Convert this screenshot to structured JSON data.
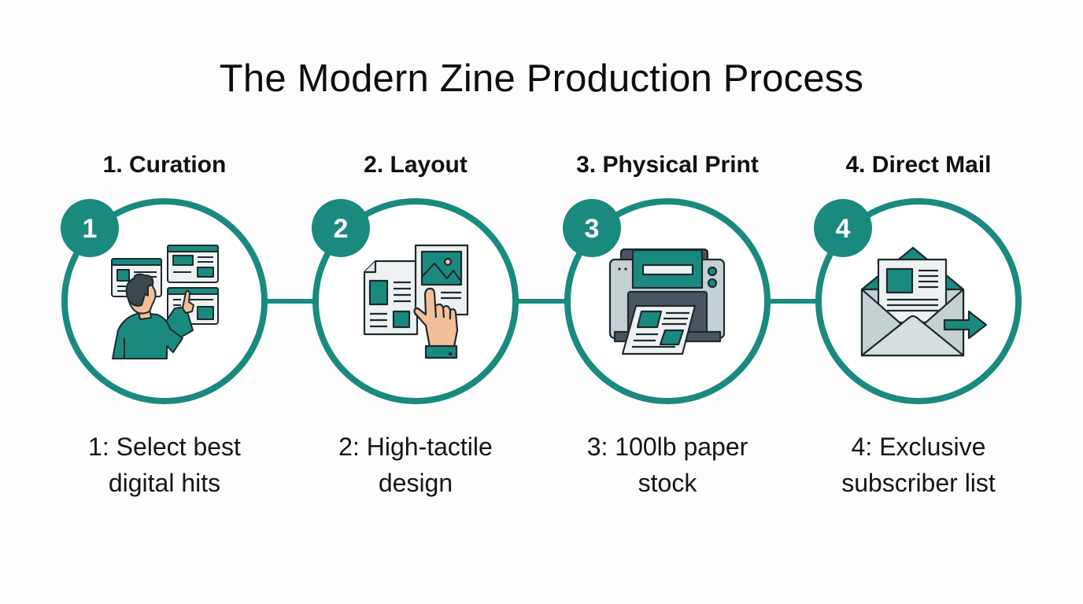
{
  "title": "The Modern Zine Production Process",
  "colors": {
    "accent": "#1a8a7e",
    "icon_outline": "#1e2a2e",
    "paper": "#eef1f1",
    "skin": "#f3c09a",
    "gray": "#c5d0d2",
    "dark_gray": "#4a5560",
    "text": "#111111",
    "background": "#fdfdfd"
  },
  "steps": [
    {
      "number": "1",
      "heading": "1. Curation",
      "icon": "person-selecting-screens-icon",
      "desc_line1": "1: Select best",
      "desc_line2": "digital hits"
    },
    {
      "number": "2",
      "heading": "2. Layout",
      "icon": "layout-pages-hand-icon",
      "desc_line1": "2: High-tactile",
      "desc_line2": "design"
    },
    {
      "number": "3",
      "heading": "3. Physical Print",
      "icon": "printer-icon",
      "desc_line1": "3: 100lb paper",
      "desc_line2": "stock"
    },
    {
      "number": "4",
      "heading": "4. Direct Mail",
      "icon": "envelope-send-icon",
      "desc_line1": "4: Exclusive",
      "desc_line2": "subscriber list"
    }
  ]
}
